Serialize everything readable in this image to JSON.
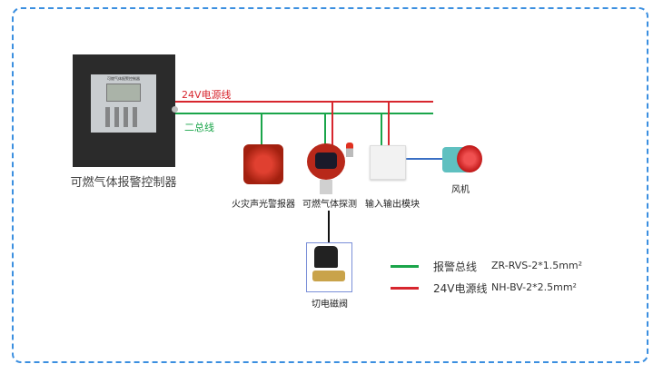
{
  "controller": {
    "label": "可燃气体报警控制器",
    "panel_title": "可燃气体报警控制器"
  },
  "wires": {
    "power_label": "24V电源线",
    "bus_label": "二总线"
  },
  "devices": [
    {
      "label": "火灾声光警报器"
    },
    {
      "label": "可燃气体探测"
    },
    {
      "label": "输入输出模块"
    },
    {
      "label": "风机"
    },
    {
      "label": "切电磁阀"
    }
  ],
  "legend": [
    {
      "name": "报警总线",
      "spec": "ZR-RVS-2*1.5mm²",
      "color": "#1aa54a"
    },
    {
      "name": "24V电源线",
      "spec": "NH-BV-2*2.5mm²",
      "color": "#d7262e"
    }
  ],
  "colors": {
    "border": "#3b8fe0",
    "red": "#d7262e",
    "green": "#1aa54a",
    "blue": "#3a6fc4"
  }
}
